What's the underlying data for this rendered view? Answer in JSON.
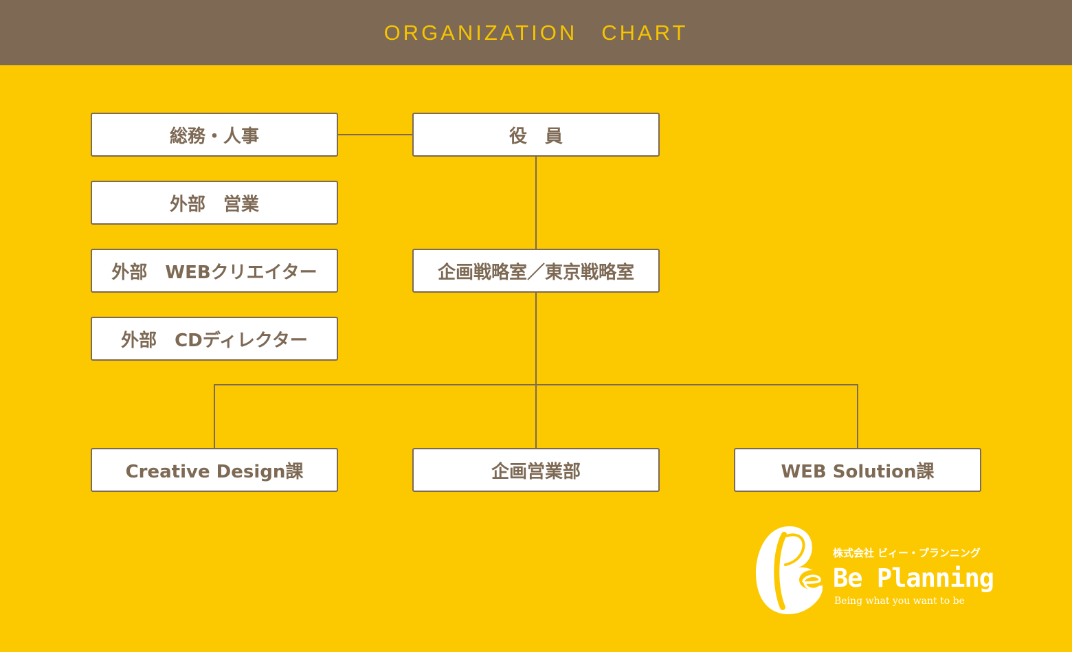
{
  "header": {
    "title": "ORGANIZATION　CHART"
  },
  "org": {
    "executives": "役　員",
    "general_affairs_hr": "総務・人事",
    "external_sales": "外部　営業",
    "external_web_creator": "外部　WEBクリエイター",
    "external_cd_director": "外部　CDディレクター",
    "strategy_office": "企画戦略室／東京戦略室",
    "creative_design": "Creative Design課",
    "planning_sales": "企画営業部",
    "web_solution": "WEB Solution課"
  },
  "logo": {
    "company": "株式会社 ビィー・プランニング",
    "name": "Be Planning",
    "tagline": "Being what you want to be"
  },
  "colors": {
    "header_bg": "#7d6954",
    "page_bg": "#fcc900",
    "title_text": "#f6c400",
    "box_border": "#7d6954",
    "box_text": "#7d6954",
    "box_bg": "#ffffff",
    "logo": "#ffffff"
  }
}
